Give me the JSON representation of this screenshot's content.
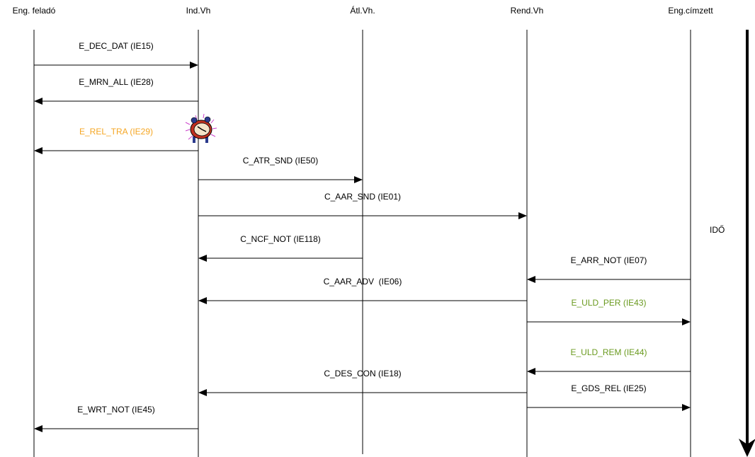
{
  "participants": [
    {
      "id": "p0",
      "label": "Eng. feladó"
    },
    {
      "id": "p1",
      "label": "Ind.Vh"
    },
    {
      "id": "p2",
      "label": "Átl.Vh."
    },
    {
      "id": "p3",
      "label": "Rend.Vh"
    },
    {
      "id": "p4",
      "label": "Eng.címzett"
    }
  ],
  "colors": {
    "line": "#000000",
    "text": "#000000",
    "orange": "#f5a623",
    "green": "#6a9a1f"
  },
  "messages": [
    {
      "label": "E_DEC_DAT (IE15)",
      "from": 0,
      "to": 1,
      "color": "#000000"
    },
    {
      "label": "E_MRN_ALL (IE28)",
      "from": 1,
      "to": 0,
      "color": "#000000"
    },
    {
      "label": "E_REL_TRA (IE29)",
      "from": 1,
      "to": 0,
      "color": "#f5a623"
    },
    {
      "label": "C_ATR_SND (IE50)",
      "from": 1,
      "to": 2,
      "color": "#000000"
    },
    {
      "label": "C_AAR_SND (IE01)",
      "from": 1,
      "to": 3,
      "color": "#000000"
    },
    {
      "label": "C_NCF_NOT (IE118)",
      "from": 2,
      "to": 1,
      "color": "#000000"
    },
    {
      "label": "E_ARR_NOT (IE07)",
      "from": 4,
      "to": 3,
      "color": "#000000"
    },
    {
      "label": "C_AAR_ADV  (IE06)",
      "from": 3,
      "to": 1,
      "color": "#000000"
    },
    {
      "label": "E_ULD_PER (IE43)",
      "from": 3,
      "to": 4,
      "color": "#6a9a1f"
    },
    {
      "label": "E_ULD_REM (IE44)",
      "from": 4,
      "to": 3,
      "color": "#6a9a1f"
    },
    {
      "label": "C_DES_CON (IE18)",
      "from": 3,
      "to": 1,
      "color": "#000000"
    },
    {
      "label": "E_GDS_REL (IE25)",
      "from": 3,
      "to": 4,
      "color": "#000000"
    },
    {
      "label": "E_WRT_NOT (IE45)",
      "from": 1,
      "to": 0,
      "color": "#000000"
    }
  ],
  "time_axis": {
    "label": "IDŐ"
  },
  "clock_icon": "alarm-clock-icon"
}
